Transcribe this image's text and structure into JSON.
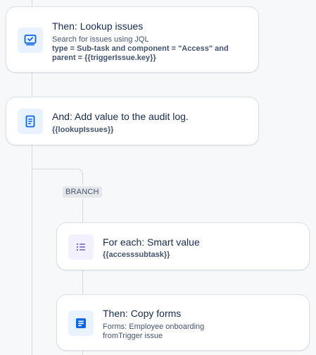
{
  "cards": [
    {
      "title": "Then: Lookup issues",
      "subtitle": "Search for issues using JQL",
      "detail_line1": "type = Sub-task and component = \"Access\" and",
      "detail_line2": "parent = {{triggerIssue.key}}",
      "icon": "lookup-issues-icon"
    },
    {
      "title": "And: Add value to the audit log.",
      "detail": "{{lookupIssues}}",
      "icon": "audit-log-icon"
    },
    {
      "title": "For each: Smart value",
      "detail": "{{accesssubtask}}",
      "icon": "list-icon"
    },
    {
      "title": "Then: Copy forms",
      "subtitle_line1": "Forms: Employee onboarding",
      "subtitle_line2": "fromTrigger issue",
      "icon": "form-icon"
    }
  ],
  "branch": {
    "label": "BRANCH"
  },
  "colors": {
    "action_blue": "#0c66e4",
    "branch_purple": "#6e5dc6",
    "connector": "#d5d8dd"
  }
}
